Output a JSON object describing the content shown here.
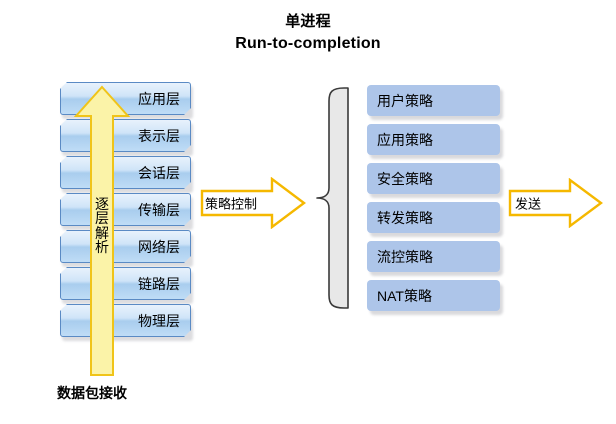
{
  "title": {
    "line1": "单进程",
    "line2": "Run-to-completion"
  },
  "osi_stack": {
    "name": "osi-layer-stack",
    "layers": [
      {
        "label": "应用层"
      },
      {
        "label": "表示层"
      },
      {
        "label": "会话层"
      },
      {
        "label": "传输层"
      },
      {
        "label": "网络层"
      },
      {
        "label": "链路层"
      },
      {
        "label": "物理层"
      }
    ]
  },
  "vertical_arrow": {
    "name": "layer-by-layer-parse-arrow",
    "chars": [
      "逐",
      "层",
      "解",
      "析"
    ],
    "label": "逐层解析"
  },
  "bottom_caption": {
    "label": "数据包接收"
  },
  "middle_arrow": {
    "name": "policy-control-arrow",
    "label": "策略控制"
  },
  "policy_list": {
    "name": "policy-list",
    "items": [
      {
        "label": "用户策略"
      },
      {
        "label": "应用策略"
      },
      {
        "label": "安全策略"
      },
      {
        "label": "转发策略"
      },
      {
        "label": "流控策略"
      },
      {
        "label": "NAT策略"
      }
    ]
  },
  "right_arrow": {
    "name": "send-arrow",
    "label": "发送"
  },
  "colors": {
    "background": "#ffffff",
    "layer_border": "#5a8ac4",
    "layer_fill_light": "#e8f2fc",
    "layer_fill_mid": "#a9cdee",
    "policy_fill": "#adc5e9",
    "arrow_stroke": "#f5b800",
    "arrow_fill_vertical": "#fbf3a8",
    "arrow_fill_horizontal": "#ffffff",
    "brace_fill": "#e8e8e8",
    "brace_stroke": "#3a3a3a",
    "text": "#000000"
  }
}
